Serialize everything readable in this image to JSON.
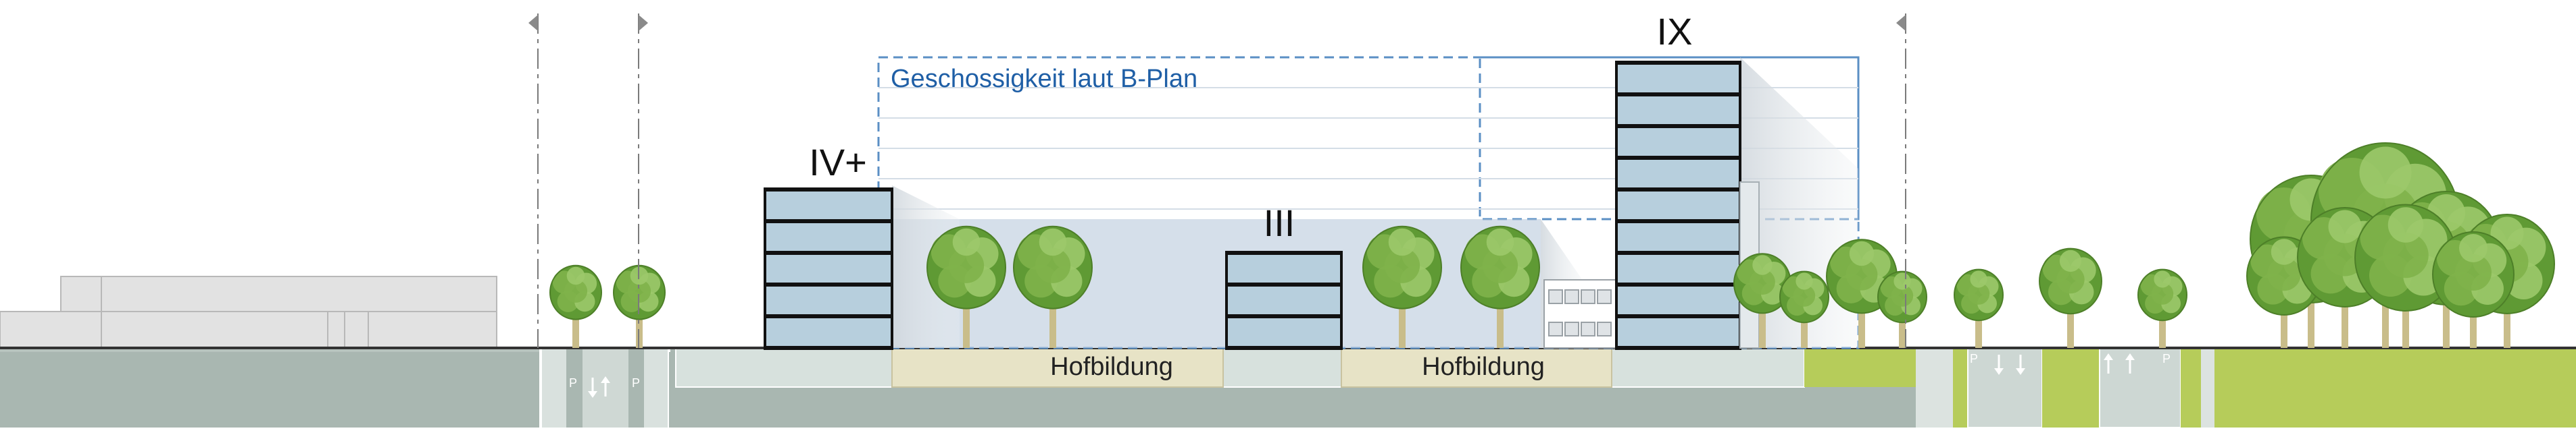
{
  "section": {
    "bplan_label": "Geschossigkeit laut B-Plan",
    "buildings": [
      {
        "label": "IV+",
        "floors": 5
      },
      {
        "label": "III",
        "floors": 3
      },
      {
        "label": "IX",
        "floors": 9
      }
    ],
    "courtyards": [
      {
        "label": "Hofbildung"
      },
      {
        "label": "Hofbildung"
      }
    ],
    "parking_letter": "P",
    "colors": {
      "facade": "#b7cfdd",
      "ground": "#a9b7b1",
      "green": "#b6cc5a",
      "court": "#e7e3c6",
      "plan_line": "#5b8fc4",
      "plan_text": "#1f5fa6",
      "tree_dark": "#5f9a34",
      "tree_light": "#9cc96a"
    },
    "icons": [
      "tree-icon",
      "dimension-arrow-icon",
      "parking-icon",
      "ramp-arrow-icon"
    ]
  }
}
